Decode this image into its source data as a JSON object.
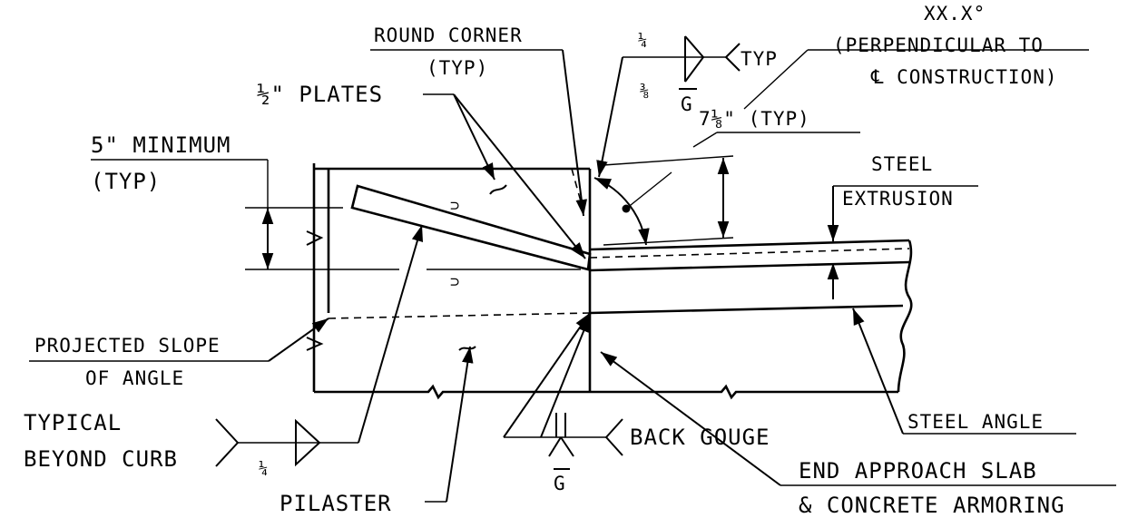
{
  "labels": {
    "round_corner_1": "ROUND CORNER",
    "round_corner_2": "(TYP)",
    "plates": "½\" PLATES",
    "min_1": "5\" MINIMUM",
    "min_2": "(TYP)",
    "weld_top_upper": "¼",
    "weld_top_lower": "⅜",
    "weld_top_g": "G",
    "weld_top_typ": "TYP",
    "angle_value": "XX.X°",
    "angle_note_1": "(PERPENDICULAR TO",
    "angle_note_2": "℄ CONSTRUCTION)",
    "dim_7": "7⅛\" (TYP)",
    "steel_ext_1": "STEEL",
    "steel_ext_2": "EXTRUSION",
    "projected_1": "PROJECTED SLOPE",
    "projected_2": "OF ANGLE",
    "typical_1": "TYPICAL",
    "typical_2": "BEYOND CURB",
    "weld_left_size": "¼",
    "back_gouge": "BACK GOUGE",
    "weld_bottom_g": "G",
    "steel_angle": "STEEL ANGLE",
    "end_slab_1": "END APPROACH SLAB",
    "end_slab_2": "& CONCRETE ARMORING",
    "pilaster": "PILASTER"
  }
}
